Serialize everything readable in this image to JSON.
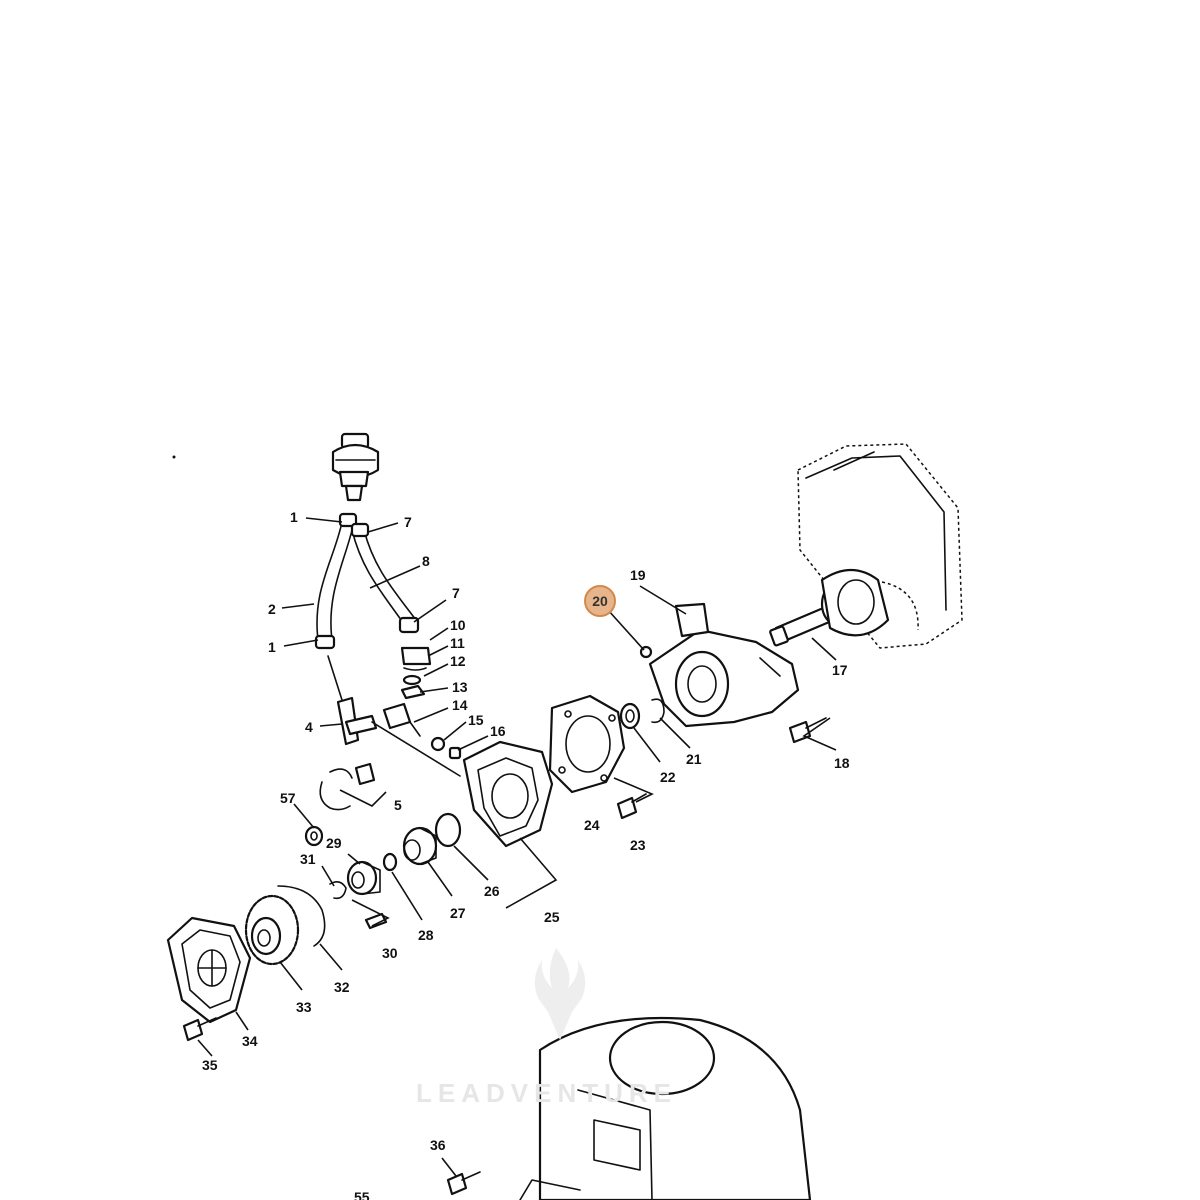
{
  "diagram": {
    "callouts": [
      {
        "id": "1a",
        "label": "1"
      },
      {
        "id": "1b",
        "label": "1"
      },
      {
        "id": "2",
        "label": "2"
      },
      {
        "id": "4",
        "label": "4"
      },
      {
        "id": "5",
        "label": "5"
      },
      {
        "id": "7a",
        "label": "7"
      },
      {
        "id": "7b",
        "label": "7"
      },
      {
        "id": "8",
        "label": "8"
      },
      {
        "id": "10",
        "label": "10"
      },
      {
        "id": "11",
        "label": "11"
      },
      {
        "id": "12",
        "label": "12"
      },
      {
        "id": "13",
        "label": "13"
      },
      {
        "id": "14",
        "label": "14"
      },
      {
        "id": "15",
        "label": "15"
      },
      {
        "id": "16",
        "label": "16"
      },
      {
        "id": "17",
        "label": "17"
      },
      {
        "id": "18",
        "label": "18"
      },
      {
        "id": "19",
        "label": "19"
      },
      {
        "id": "21",
        "label": "21"
      },
      {
        "id": "22",
        "label": "22"
      },
      {
        "id": "23",
        "label": "23"
      },
      {
        "id": "24",
        "label": "24"
      },
      {
        "id": "25",
        "label": "25"
      },
      {
        "id": "26",
        "label": "26"
      },
      {
        "id": "27",
        "label": "27"
      },
      {
        "id": "28",
        "label": "28"
      },
      {
        "id": "29",
        "label": "29"
      },
      {
        "id": "30",
        "label": "30"
      },
      {
        "id": "31",
        "label": "31"
      },
      {
        "id": "32",
        "label": "32"
      },
      {
        "id": "33",
        "label": "33"
      },
      {
        "id": "34",
        "label": "34"
      },
      {
        "id": "35",
        "label": "35"
      },
      {
        "id": "36",
        "label": "36"
      },
      {
        "id": "55",
        "label": "55"
      },
      {
        "id": "57",
        "label": "57"
      }
    ],
    "highlighted": {
      "label": "20",
      "color": "#e8b48a"
    },
    "watermark": {
      "text": "LEADVENTURE"
    }
  }
}
